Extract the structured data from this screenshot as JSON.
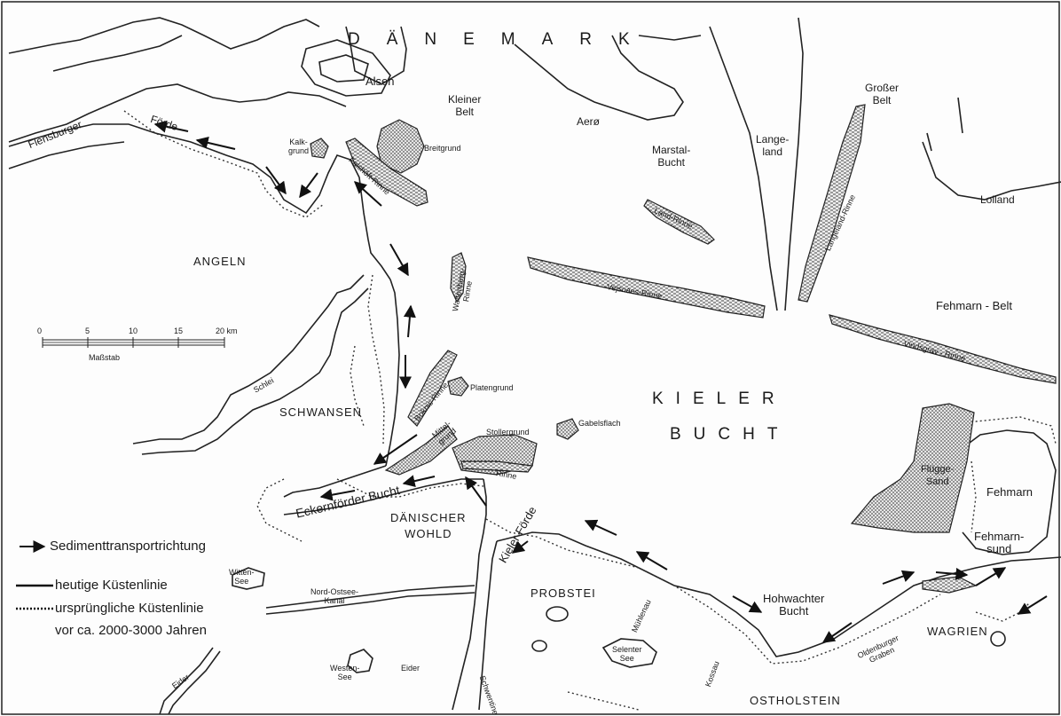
{
  "labels": {
    "daenemark": "DÄNEMARK",
    "alsen": "Alsen",
    "kleiner_belt": "Kleiner\nBelt",
    "aero": "Aerø",
    "marstal": "Marstal-\nBucht",
    "langeland": "Lange-\nland",
    "grosser_belt": "Großer\nBelt",
    "lolland": "Lolland",
    "flensburger": "Flensburger",
    "foerde": "Förde",
    "kalkgrund": "Kalk-\ngrund",
    "breitgrund": "Breitgrund",
    "falshoeft": "Falshöft-Rinne",
    "land_rinne": "Land-Rinne",
    "langeland_rinne": "Langeland-Rinne",
    "angeln": "ANGELN",
    "wattenberg": "Wattenberg-\nRinne",
    "vejsnaes": "Vejsnaes-Rinne",
    "fehmarn_belt": "Fehmarn - Belt",
    "vindsgrav": "Vindsgrav - Rinne",
    "schlei": "Schlei",
    "platengrund": "Platengrund",
    "kieler": "KIELER",
    "bucht": "BUCHT",
    "schwansen": "SCHWANSEN",
    "boknis": "Boknis-Rinne",
    "mittelgrund": "Mittel-\ngrund",
    "stollergrund": "Stollergrund",
    "gabelsflach": "Gabelsflach",
    "rinne": "Rinne",
    "flugge": "Flügge-\nSand",
    "fehmarn": "Fehmarn",
    "eckernfoerder": "Eckernförder Bucht",
    "daenischer": "DÄNISCHER\nWOHLD",
    "kieler_foerde": "Kieler Förde",
    "fehmarnsund": "Fehmarn-\nsund",
    "wittensee": "Witten-\nSee",
    "nord_ostsee": "Nord-Ostsee-\nKanal",
    "probstei": "PROBSTEI",
    "hohwachter": "Hohwachter\nBucht",
    "wagrien": "WAGRIEN",
    "muehlenau": "Mühlenau",
    "oldenburger": "Oldenburger\nGraben",
    "eider1": "Eider",
    "westensee": "Westen-\nSee",
    "eider2": "Eider",
    "schwentine": "Schwentine",
    "selenter": "Selenter\nSee",
    "kossau": "Kossau",
    "ostholstein": "OSTHOLSTEIN"
  },
  "scale": {
    "ticks": [
      "0",
      "5",
      "10",
      "15",
      "20 km"
    ],
    "title": "Maßstab"
  },
  "legend": {
    "arrow": "Sedimenttransportrichtung",
    "solid": "heutige Küstenlinie",
    "dotted_1": "ursprüngliche Küstenlinie",
    "dotted_2": "vor ca. 2000-3000 Jahren"
  },
  "colors": {
    "ink": "#1a1a1a",
    "shoal_fill": "#c9c9c9",
    "paper": "#fdfdfd"
  }
}
